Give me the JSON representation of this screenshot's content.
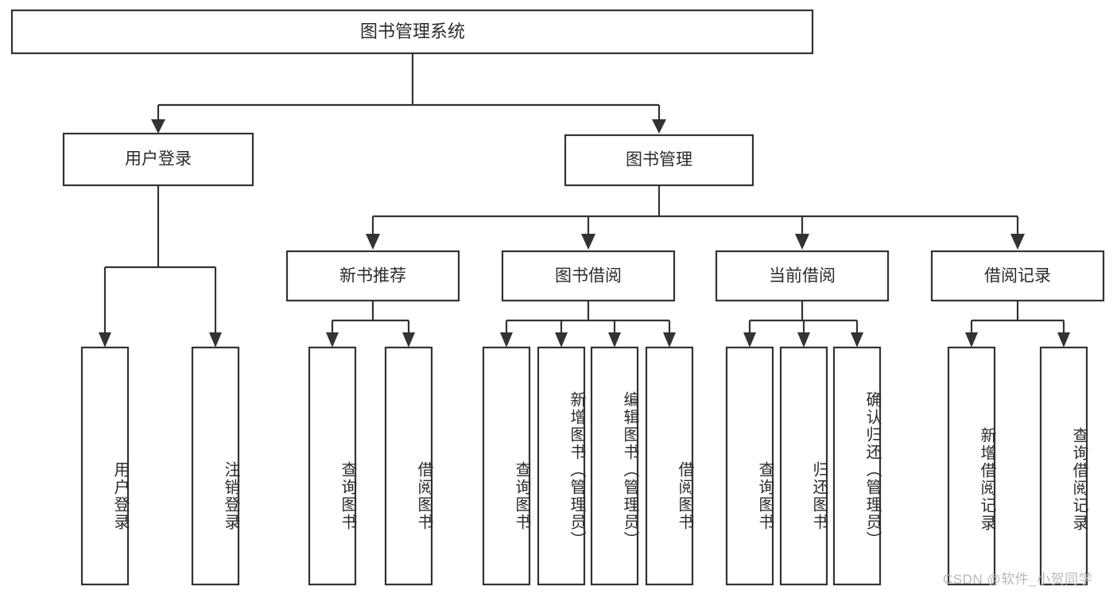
{
  "diagram": {
    "title": "图书管理系统",
    "type": "tree",
    "root": {
      "id": "root",
      "label": "图书管理系统",
      "level": 0
    },
    "level2": [
      {
        "id": "user-login",
        "label": "用户登录"
      },
      {
        "id": "book-manage",
        "label": "图书管理"
      }
    ],
    "level3": [
      {
        "id": "new-book-recommend",
        "label": "新书推荐",
        "parent": "book-manage"
      },
      {
        "id": "book-borrow",
        "label": "图书借阅",
        "parent": "book-manage"
      },
      {
        "id": "current-borrow",
        "label": "当前借阅",
        "parent": "book-manage"
      },
      {
        "id": "borrow-record",
        "label": "借阅记录",
        "parent": "book-manage"
      }
    ],
    "leaves": {
      "user-login": [
        {
          "id": "leaf-user-login",
          "label": "用户登录"
        },
        {
          "id": "leaf-logout-login",
          "label": "注销登录"
        }
      ],
      "new-book-recommend": [
        {
          "id": "leaf-query-book-1",
          "label": "查询图书"
        },
        {
          "id": "leaf-borrow-book-1",
          "label": "借阅图书"
        }
      ],
      "book-borrow": [
        {
          "id": "leaf-query-book-2",
          "label": "查询图书"
        },
        {
          "id": "leaf-add-book",
          "label": "新增图书（管理员）"
        },
        {
          "id": "leaf-edit-book",
          "label": "编辑图书（管理员）"
        },
        {
          "id": "leaf-borrow-book-2",
          "label": "借阅图书"
        }
      ],
      "current-borrow": [
        {
          "id": "leaf-query-book-3",
          "label": "查询图书"
        },
        {
          "id": "leaf-return-book",
          "label": "归还图书"
        },
        {
          "id": "leaf-confirm-return",
          "label": "确认归还（管理员）"
        }
      ],
      "borrow-record": [
        {
          "id": "leaf-add-record",
          "label": "新增借阅记录"
        },
        {
          "id": "leaf-query-record",
          "label": "查询借阅记录"
        }
      ]
    }
  },
  "watermark": {
    "text": "CSDN @软件_小贺同学"
  },
  "colors": {
    "stroke": "#333333",
    "fill": "#ffffff",
    "text": "#2b2b2b",
    "watermark": "#b9b9b9"
  }
}
